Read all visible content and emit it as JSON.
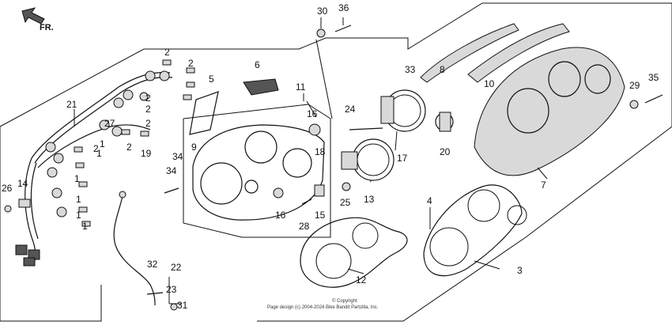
{
  "direction_label": "FR.",
  "callouts": [
    {
      "id": "c30",
      "text": "30"
    },
    {
      "id": "c36",
      "text": "36"
    },
    {
      "id": "c2a",
      "text": "2"
    },
    {
      "id": "c2b",
      "text": "2"
    },
    {
      "id": "c2c",
      "text": "2"
    },
    {
      "id": "c2d",
      "text": "2"
    },
    {
      "id": "c2e",
      "text": "2"
    },
    {
      "id": "c2f",
      "text": "2"
    },
    {
      "id": "c2g",
      "text": "2"
    },
    {
      "id": "c6",
      "text": "6"
    },
    {
      "id": "c5",
      "text": "5"
    },
    {
      "id": "c11",
      "text": "11"
    },
    {
      "id": "c33",
      "text": "33"
    },
    {
      "id": "c8",
      "text": "8"
    },
    {
      "id": "c10",
      "text": "10"
    },
    {
      "id": "c29",
      "text": "29"
    },
    {
      "id": "c35",
      "text": "35"
    },
    {
      "id": "c21",
      "text": "21"
    },
    {
      "id": "c27",
      "text": "27"
    },
    {
      "id": "c1a",
      "text": "1"
    },
    {
      "id": "c1b",
      "text": "1"
    },
    {
      "id": "c1c",
      "text": "1"
    },
    {
      "id": "c1d",
      "text": "1"
    },
    {
      "id": "c1e",
      "text": "1"
    },
    {
      "id": "c1f",
      "text": "1"
    },
    {
      "id": "c19",
      "text": "19"
    },
    {
      "id": "c9",
      "text": "9"
    },
    {
      "id": "c34a",
      "text": "34"
    },
    {
      "id": "c34b",
      "text": "34"
    },
    {
      "id": "c16a",
      "text": "16"
    },
    {
      "id": "c16b",
      "text": "16"
    },
    {
      "id": "c18",
      "text": "18"
    },
    {
      "id": "c24",
      "text": "24"
    },
    {
      "id": "c17",
      "text": "17"
    },
    {
      "id": "c20",
      "text": "20"
    },
    {
      "id": "c7",
      "text": "7"
    },
    {
      "id": "c13",
      "text": "13"
    },
    {
      "id": "c25",
      "text": "25"
    },
    {
      "id": "c15",
      "text": "15"
    },
    {
      "id": "c28",
      "text": "28"
    },
    {
      "id": "c4",
      "text": "4"
    },
    {
      "id": "c26",
      "text": "26"
    },
    {
      "id": "c14",
      "text": "14"
    },
    {
      "id": "c12",
      "text": "12"
    },
    {
      "id": "c3",
      "text": "3"
    },
    {
      "id": "c32",
      "text": "32"
    },
    {
      "id": "c22",
      "text": "22"
    },
    {
      "id": "c23",
      "text": "23"
    },
    {
      "id": "c31",
      "text": "31"
    }
  ],
  "copyright": "© Copyright",
  "footer_text": "Page design (c) 2004-2024 Bike Bandit Partzilla, Inc."
}
